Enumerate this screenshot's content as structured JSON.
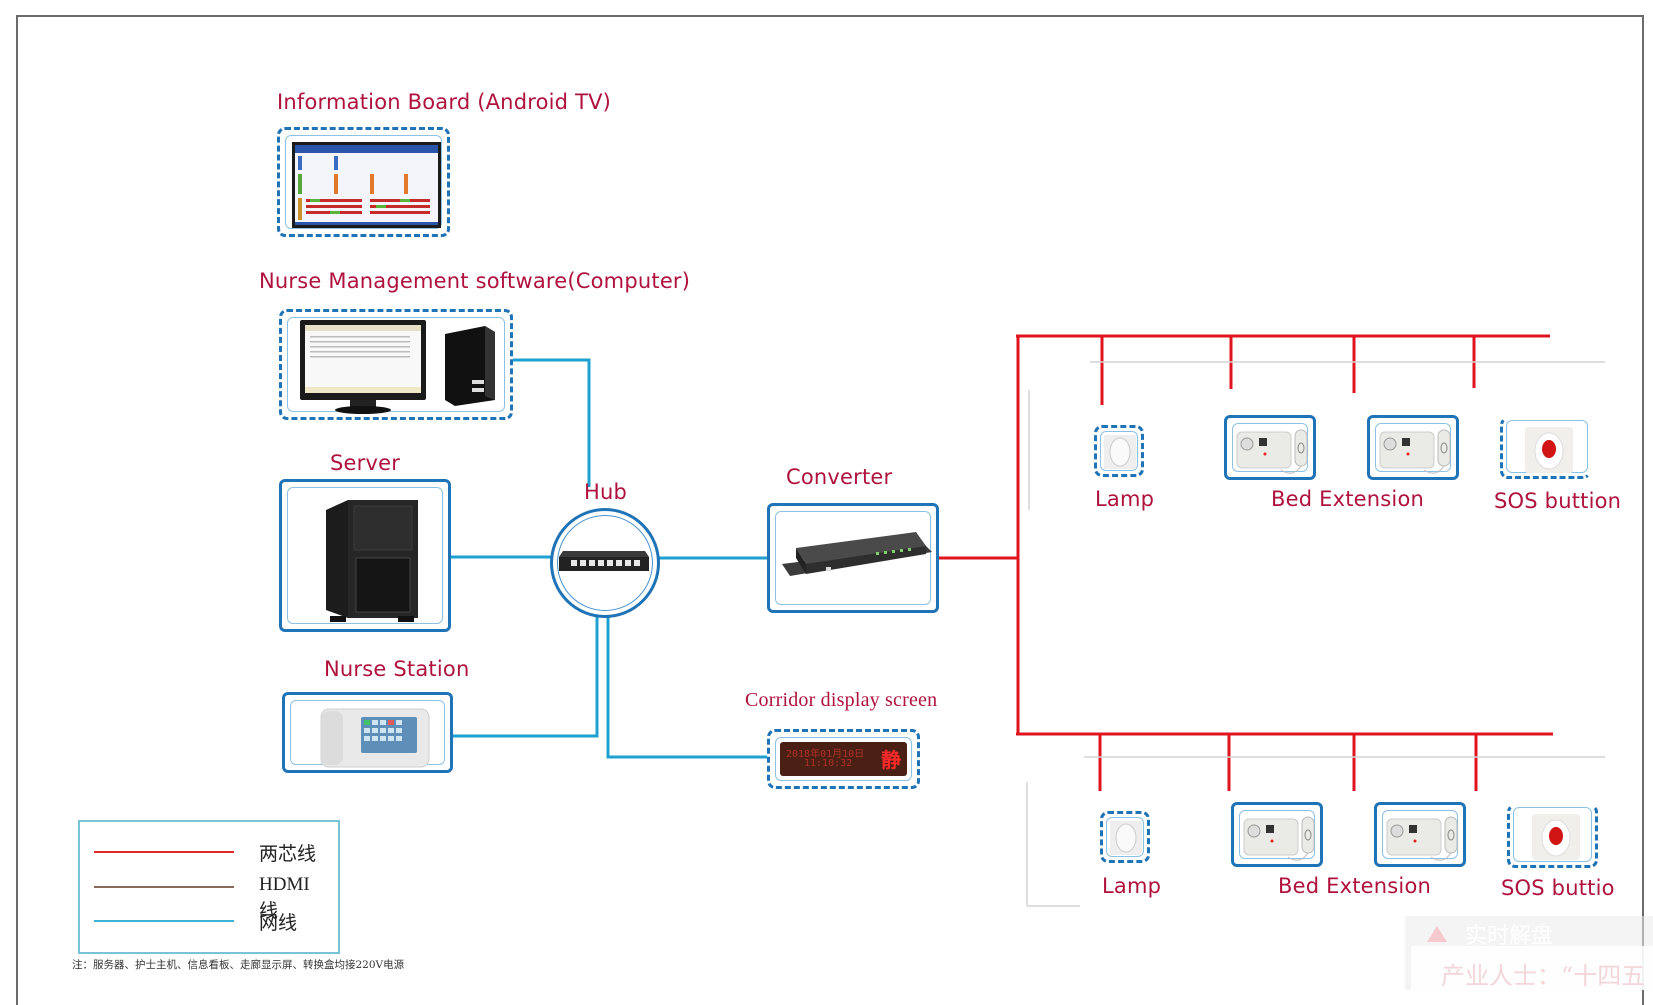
{
  "diagram": {
    "title_nodes": {
      "information_board": "Information Board (Android TV)",
      "nurse_software": "Nurse Management software(Computer)",
      "server": "Server",
      "hub": "Hub",
      "converter": "Converter",
      "nurse_station": "Nurse Station",
      "corridor_display": "Corridor display screen"
    },
    "corridor_display_screen": {
      "date_text": "2018年01月10日",
      "time_text": "11:10:32",
      "status_char": "静"
    },
    "ward_groups": [
      {
        "devices": [
          {
            "label": "Lamp",
            "type": "lamp"
          },
          {
            "label": "Bed Extension",
            "type": "bed-extension"
          },
          {
            "label": "",
            "type": "bed-extension"
          },
          {
            "label": "SOS buttion",
            "type": "sos-button"
          }
        ]
      },
      {
        "devices": [
          {
            "label": "Lamp",
            "type": "lamp"
          },
          {
            "label": "Bed Extension",
            "type": "bed-extension"
          },
          {
            "label": "",
            "type": "bed-extension"
          },
          {
            "label": "SOS buttio",
            "type": "sos-button"
          }
        ]
      }
    ],
    "legend": [
      {
        "label": "两芯线",
        "color": "#e02828"
      },
      {
        "label": "HDMI线",
        "color": "#8a6a5a"
      },
      {
        "label": "网线",
        "color": "#3fb2d8"
      }
    ],
    "note": "注：服务器、护士主机、信息看板、走廊显示屏、转换盒均接220V电源",
    "colors": {
      "label_red": "#b0123e",
      "box_blue": "#1f73b7",
      "network_cable": "#1ea0d0",
      "two_core_cable": "#e0141e"
    }
  },
  "overlay": {
    "watermark_title": "实时解盘",
    "watermark_text": "产业人士：“十四五"
  }
}
